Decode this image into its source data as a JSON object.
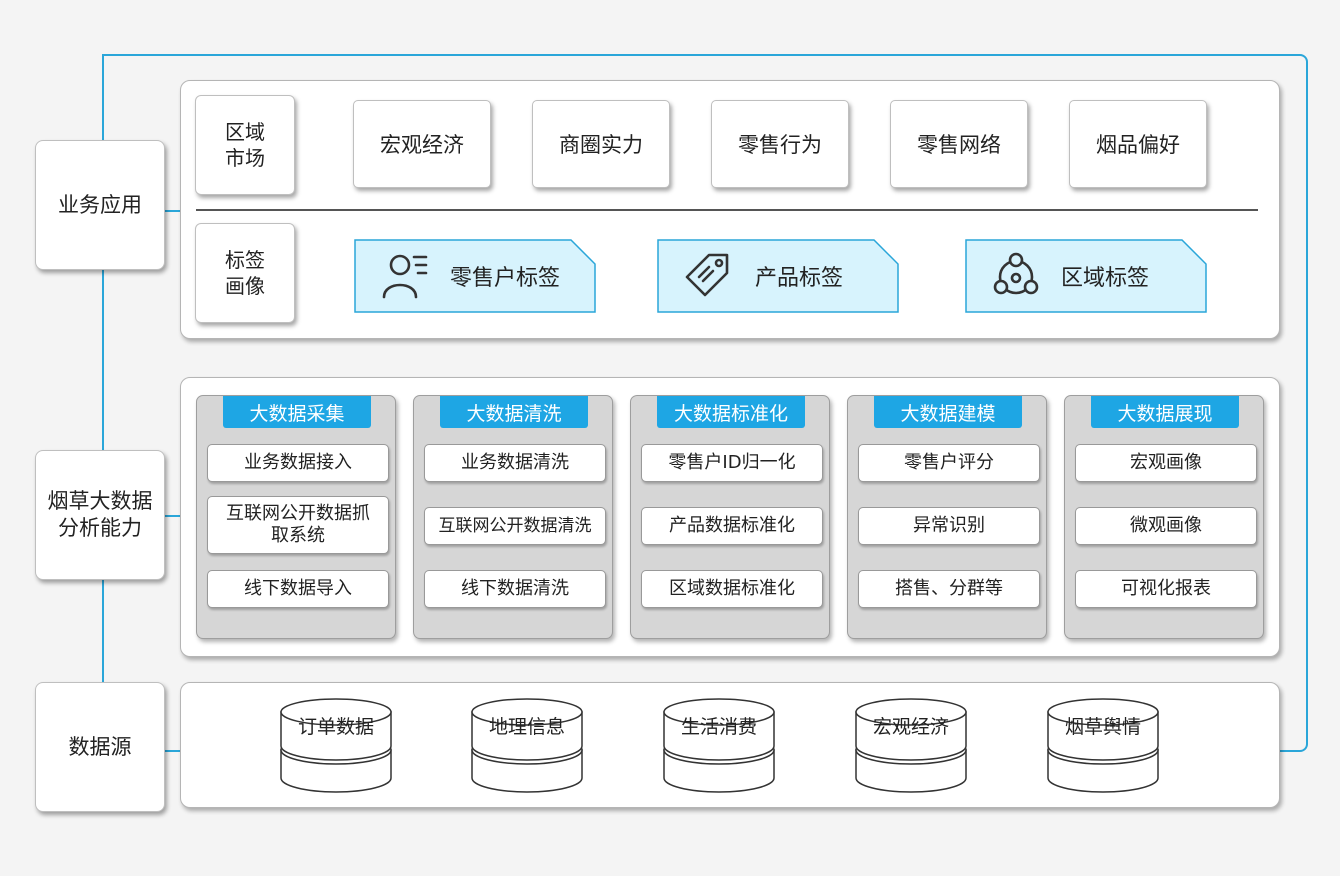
{
  "layers": {
    "business": "业务应用",
    "analytics": "烟草大数据分析能力",
    "source": "数据源"
  },
  "region_market": {
    "label": "区域市场",
    "items": [
      "宏观经济",
      "商圈实力",
      "零售行为",
      "零售网络",
      "烟品偏好"
    ]
  },
  "tag_profile": {
    "label": "标签画像",
    "tags": [
      {
        "label": "零售户标签",
        "icon": "user-icon"
      },
      {
        "label": "产品标签",
        "icon": "tag-icon"
      },
      {
        "label": "区域标签",
        "icon": "network-icon"
      }
    ]
  },
  "columns": [
    {
      "title": "大数据采集",
      "items": [
        "业务数据接入",
        "互联网公开数据抓取系统",
        "线下数据导入"
      ]
    },
    {
      "title": "大数据清洗",
      "items": [
        "业务数据清洗",
        "互联网公开数据清洗",
        "线下数据清洗"
      ]
    },
    {
      "title": "大数据标准化",
      "items": [
        "零售户ID归一化",
        "产品数据标准化",
        "区域数据标准化"
      ]
    },
    {
      "title": "大数据建模",
      "items": [
        "零售户评分",
        "异常识别",
        "搭售、分群等"
      ]
    },
    {
      "title": "大数据展现",
      "items": [
        "宏观画像",
        "微观画像",
        "可视化报表"
      ]
    }
  ],
  "sources": [
    "订单数据",
    "地理信息",
    "生活消费",
    "宏观经济",
    "烟草舆情"
  ],
  "colors": {
    "accent": "#1ea6e4",
    "tag_fill": "#d7f3fd",
    "tag_border": "#2aa6d9",
    "line": "#2aa6d9"
  }
}
